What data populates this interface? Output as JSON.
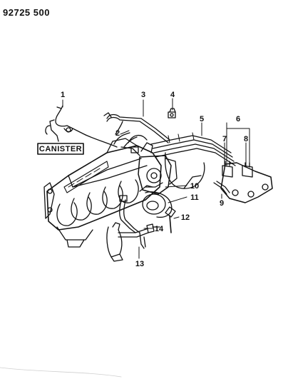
{
  "diagram": {
    "part_code": "92725 500",
    "canister_label": "CANISTER",
    "callouts": [
      "1",
      "2",
      "3",
      "4",
      "5",
      "6",
      "7",
      "8",
      "9",
      "10",
      "11",
      "12",
      "13",
      "14"
    ]
  },
  "colors": {
    "ink": "#111111",
    "paper": "#ffffff"
  }
}
